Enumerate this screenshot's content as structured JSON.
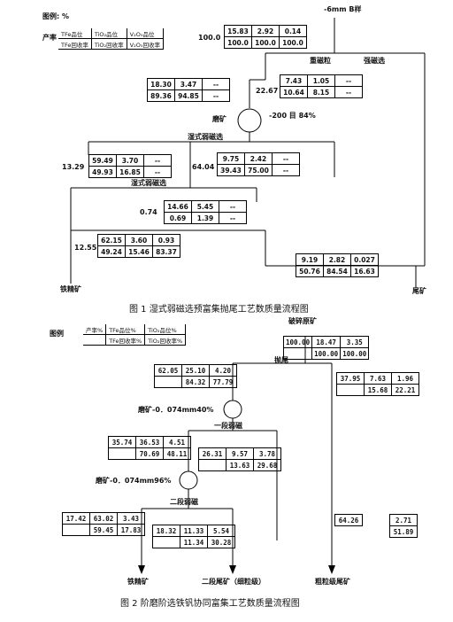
{
  "fig1": {
    "legend_label": "图例: %",
    "legend_yield": "产率",
    "legend_cells": [
      "TFe品位",
      "TiO₂品位",
      "V₂O₅品位",
      "TFe回收率",
      "TiO₂回收率",
      "V₂O₅回收率"
    ],
    "sample_label": "-6mm  B样",
    "feed_yield": "100.0",
    "feed": [
      "15.83",
      "2.92",
      "0.14",
      "100.0",
      "100.0",
      "100.0"
    ],
    "strong_label": "重磁粒",
    "tail_label": "强磁选",
    "cs_conc": [
      "7.43",
      "1.05",
      "--",
      "10.64",
      "8.15",
      "--"
    ],
    "cs_tail_yield": "22.67",
    "top_left": [
      "18.30",
      "3.47",
      "--",
      "89.36",
      "94.85",
      "--"
    ],
    "grind_label": "磨矿",
    "grind_spec": "-200 目 84%",
    "wet1": "湿式弱磁选",
    "wet2": "湿式弱磁选",
    "c1_yield": "13.29",
    "c1": [
      "59.49",
      "3.70",
      "--",
      "49.93",
      "16.85",
      "--"
    ],
    "t1_yield": "64.04",
    "t1": [
      "9.75",
      "2.42",
      "--",
      "39.43",
      "75.00",
      "--"
    ],
    "m_yield": "0.74",
    "m": [
      "14.66",
      "5.45",
      "--",
      "0.69",
      "1.39",
      "--"
    ],
    "conc_yield": "12.55",
    "conc": [
      "62.15",
      "3.60",
      "0.93",
      "49.24",
      "15.46",
      "83.37"
    ],
    "tail": [
      "9.19",
      "2.82",
      "0.027",
      "50.76",
      "84.54",
      "16.63"
    ],
    "conc_label": "铁精矿",
    "tail_end_label": "尾矿",
    "caption": "图 1   湿式弱磁选预富集抛尾工艺数质量流程图"
  },
  "fig2": {
    "legend_label": "图例",
    "legend_cells": [
      "产率%",
      "TFe品位%",
      "TiO₂品位%",
      "TFe回收率%",
      "TiO₂回收率%"
    ],
    "ore_label": "破碎原矿",
    "feed": [
      "100.00",
      "18.47",
      "3.35",
      "100.00",
      "100.00"
    ],
    "throw_label": "抛尾",
    "a": [
      "62.05",
      "25.10",
      "4.20",
      "84.32",
      "77.79"
    ],
    "b": [
      "37.95",
      "7.63",
      "1.96",
      "15.68",
      "22.21"
    ],
    "grind1": "磨矿-0．074mm40%",
    "mag1": "一段弱磁",
    "c": [
      "35.74",
      "36.53",
      "4.51",
      "70.69",
      "48.11"
    ],
    "d": [
      "26.31",
      "9.57",
      "3.78",
      "13.63",
      "29.68"
    ],
    "grind2": "磨矿-0．074mm96%",
    "mag2": "二段弱磁",
    "e": [
      "17.42",
      "63.02",
      "3.43",
      "59.45",
      "17.83"
    ],
    "f": [
      "18.32",
      "11.33",
      "5.54",
      "11.34",
      "30.28"
    ],
    "g": [
      "64.26",
      "2.71",
      "51.89"
    ],
    "out1": "铁精矿",
    "out2": "二段尾矿（细粒级）",
    "out3": "粗粒级尾矿",
    "caption": "图 2   阶磨阶选铁钒协同富集工艺数质量流程图"
  }
}
